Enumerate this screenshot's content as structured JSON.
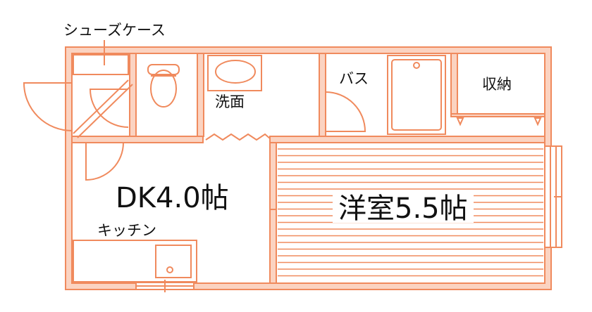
{
  "colors": {
    "wall": "#f08a5d",
    "wall_fill": "#fbd3c1",
    "text": "#111111"
  },
  "labels": {
    "shoe_case": "シューズケース",
    "washroom": "洗面",
    "bath": "バス",
    "storage": "収納",
    "dk": "DK4.0帖",
    "kitchen": "キッチン",
    "western_room": "洋室5.5帖"
  }
}
